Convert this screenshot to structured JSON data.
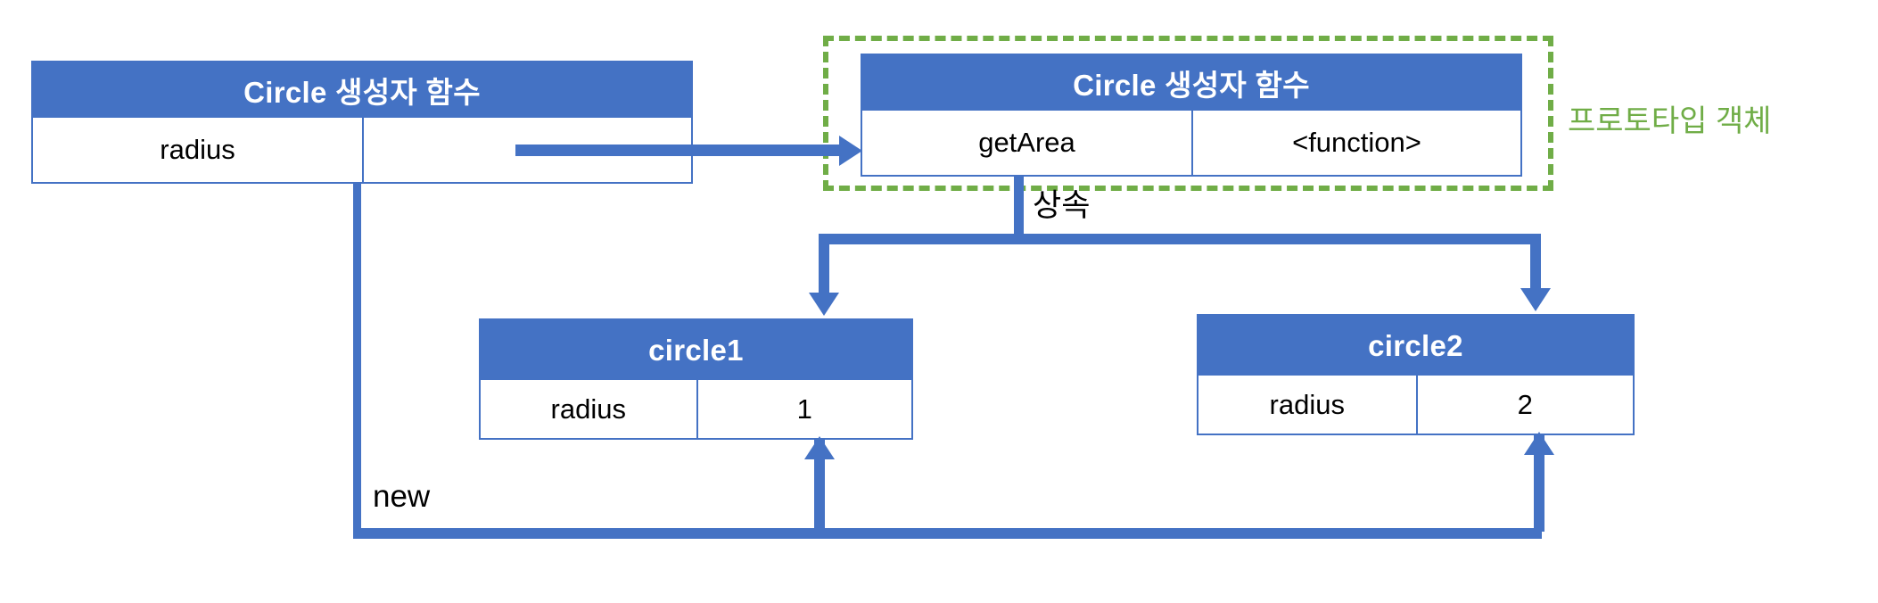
{
  "diagram": {
    "title_hidden": "",
    "colors": {
      "box_fill_header": "#4472C4",
      "box_border": "#4472C4",
      "connector": "#4472C4",
      "prototype_region": "#70AD47",
      "text": "#000000",
      "header_text": "#FFFFFF",
      "background": "#FFFFFF"
    },
    "boxes": [
      {
        "id": "constructor-left",
        "header": "Circle 생성자 함수",
        "cells": [
          "radius",
          ""
        ]
      },
      {
        "id": "constructor-prototype",
        "header": "Circle 생성자 함수",
        "cells": [
          "getArea",
          "<function>"
        ]
      },
      {
        "id": "circle1",
        "header": "circle1",
        "cells": [
          "radius",
          "1"
        ]
      },
      {
        "id": "circle2",
        "header": "circle2",
        "cells": [
          "radius",
          "2"
        ]
      }
    ],
    "labels": {
      "prototype_region": "프로토타입 객체",
      "inherit": "상속",
      "new": "new"
    }
  }
}
